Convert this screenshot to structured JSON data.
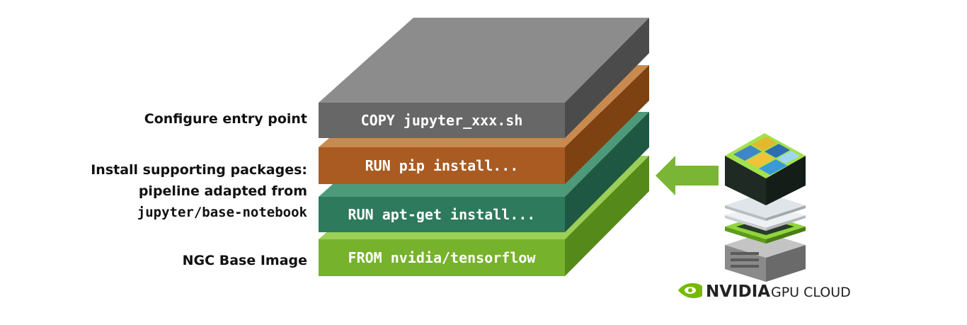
{
  "labels": {
    "entry_point": "Configure entry point",
    "install_line1": "Install supporting packages:",
    "install_line2": "pipeline adapted from",
    "install_line3": "jupyter/base-notebook",
    "base_image": "NGC Base Image"
  },
  "layers": [
    {
      "key": "copy",
      "text": "COPY jupyter_xxx.sh",
      "front": "#676767",
      "side": "#4b4b4b",
      "top": "#8c8c8c"
    },
    {
      "key": "pip",
      "text": "RUN pip install...",
      "front": "#a95b22",
      "side": "#7e4112",
      "top": "#c98a4f"
    },
    {
      "key": "apt",
      "text": "RUN apt-get install...",
      "front": "#2e7a5c",
      "side": "#1e5842",
      "top": "#4d9a7a"
    },
    {
      "key": "from",
      "text": "FROM nvidia/tensorflow",
      "front": "#77b22c",
      "side": "#558a1a",
      "top": "#9bcf55"
    }
  ],
  "brand": {
    "name": "NVIDIA",
    "suffix": "GPU CLOUD",
    "accent": "#76b900"
  },
  "icons": {
    "arrow": "left-arrow-icon",
    "server": "gpu-cloud-server-icon",
    "logo": "nvidia-eye-logo"
  }
}
